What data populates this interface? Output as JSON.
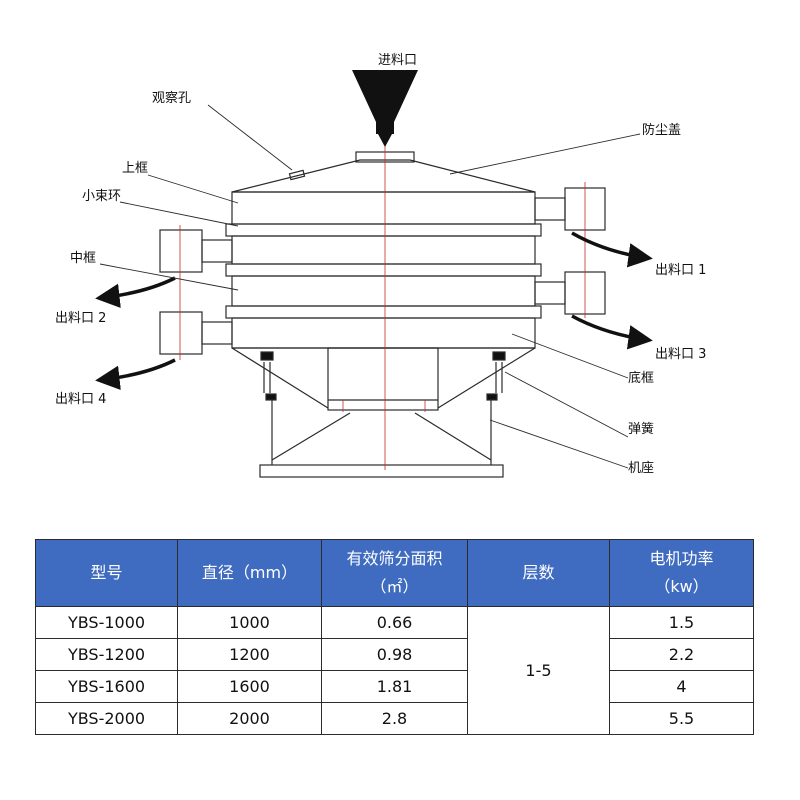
{
  "colors": {
    "header_bg": "#3f6cc0",
    "header_text": "#ffffff",
    "line": "#2b2b2b",
    "funnel": "#111111",
    "axis": "#cc2a2a"
  },
  "diagram": {
    "labels": {
      "feed_inlet": "进料口",
      "observation_hole": "观察孔",
      "dust_cover": "防尘盖",
      "upper_frame": "上框",
      "small_clamp_ring": "小束环",
      "middle_frame": "中框",
      "outlet_1": "出料口 1",
      "outlet_2": "出料口 2",
      "outlet_3": "出料口 3",
      "outlet_4": "出料口 4",
      "bottom_frame": "底框",
      "spring": "弹簧",
      "base": "机座"
    }
  },
  "table": {
    "headers": [
      [
        "型号"
      ],
      [
        "直径（mm）"
      ],
      [
        "有效筛分面积",
        "（㎡）"
      ],
      [
        "层数"
      ],
      [
        "电机功率",
        "（kw）"
      ]
    ],
    "layers_value": "1-5",
    "rows": [
      {
        "model": "YBS-1000",
        "diameter": "1000",
        "area": "0.66",
        "power": "1.5"
      },
      {
        "model": "YBS-1200",
        "diameter": "1200",
        "area": "0.98",
        "power": "2.2"
      },
      {
        "model": "YBS-1600",
        "diameter": "1600",
        "area": "1.81",
        "power": "4"
      },
      {
        "model": "YBS-2000",
        "diameter": "2000",
        "area": "2.8",
        "power": "5.5"
      }
    ]
  }
}
